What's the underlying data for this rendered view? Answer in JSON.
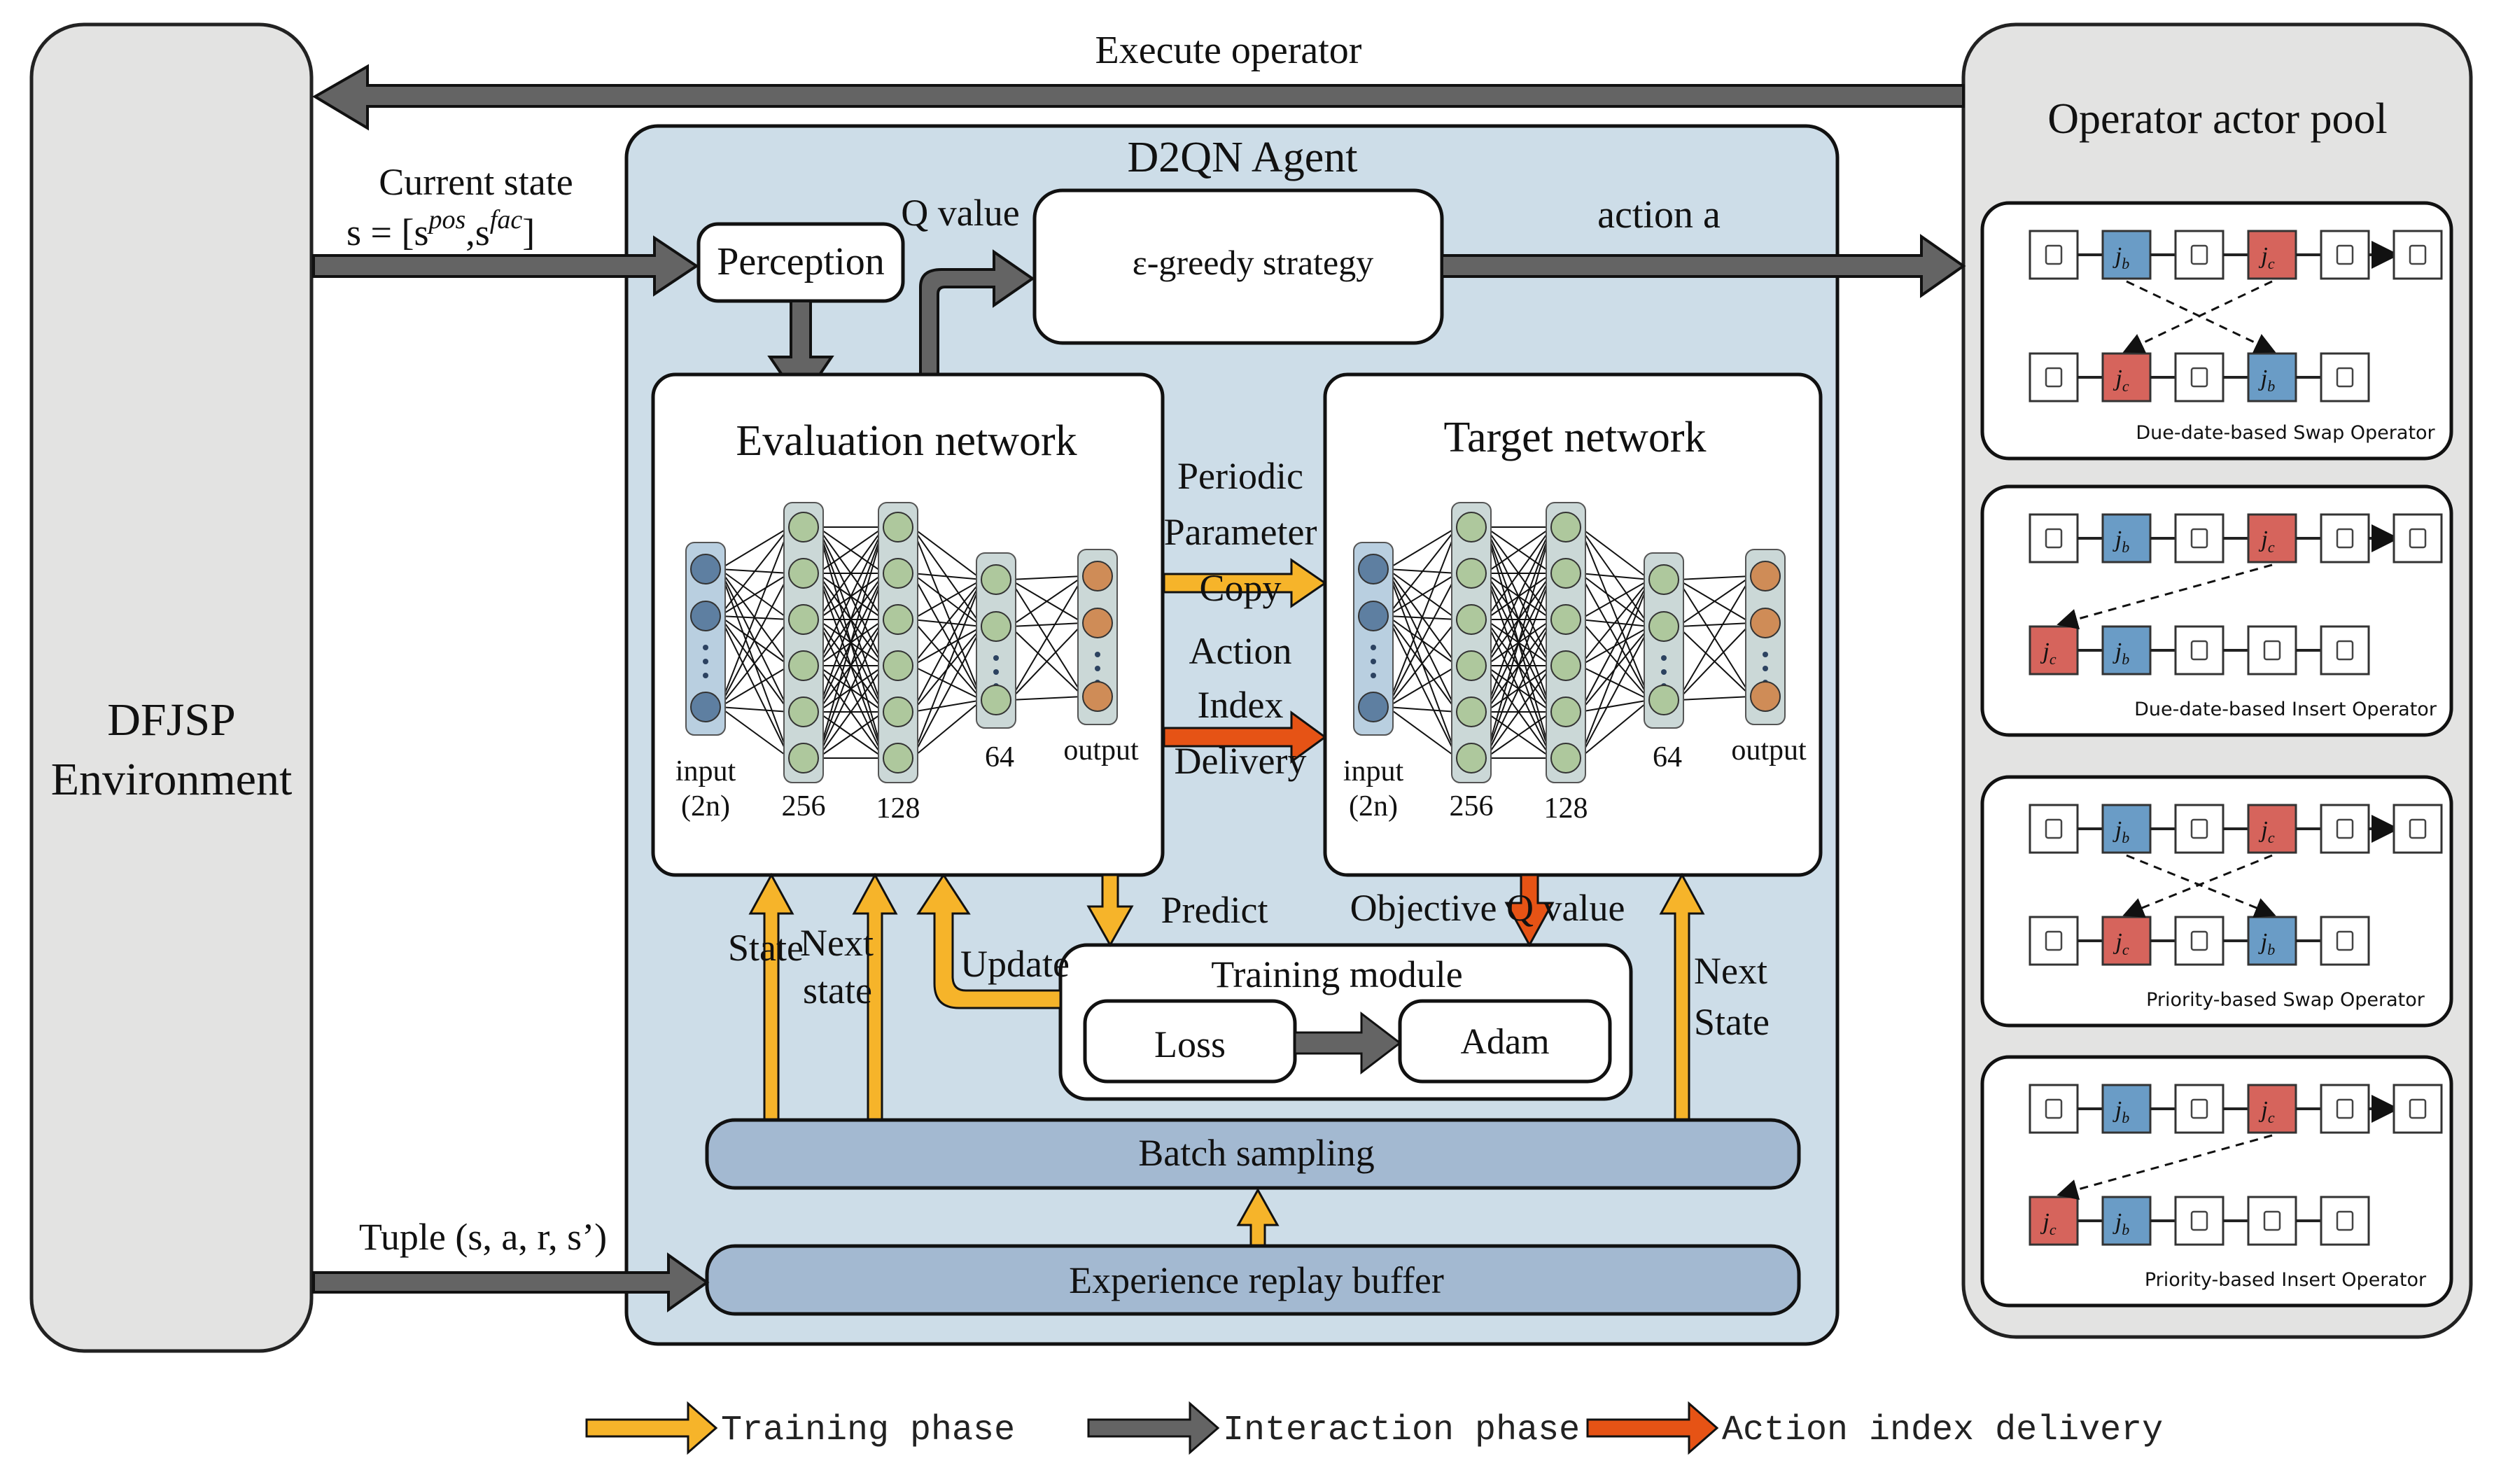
{
  "colors": {
    "env_fill": "#e3e3e2",
    "agent_fill": "#cddde8",
    "box_fill": "#ffffff",
    "buffer_fill": "#a3b9d1",
    "training_arrow": "#f6b42a",
    "interaction_arrow": "#646464",
    "action_arrow": "#e65315",
    "input_node": "#5e7fa1",
    "input_layer": "#b9cfe0",
    "hidden_node": "#aec89d",
    "hidden_layer": "#cbd8d7",
    "output_node": "#cf8c57",
    "op_blue": "#6a9cc6",
    "op_red": "#d6645c"
  },
  "environment": {
    "line1": "DFJSP",
    "line2": "Environment"
  },
  "top_arrow": {
    "label": "Execute operator"
  },
  "state_arrow": {
    "line1": "Current state",
    "line2_prefix": "s = [s",
    "sup1": "pos",
    "mid": ",s",
    "sup2": "fac",
    "suffix": "]"
  },
  "tuple_arrow": {
    "label": "Tuple (s, a, r, s’)"
  },
  "agent": {
    "title": "D2QN  Agent",
    "perception": "Perception",
    "q_value": "Q value",
    "greedy": "ε-greedy  strategy",
    "action": "action  a",
    "eval_title": "Evaluation network",
    "target_title": "Target network",
    "layer_labels": {
      "input": "input",
      "input_dim": "(2n)",
      "h1": "256",
      "h2": "128",
      "h3": "64",
      "output": "output"
    },
    "periodic": [
      "Periodic",
      "Parameter",
      "Copy"
    ],
    "action_index": [
      "Action",
      "Index",
      "Delivery"
    ],
    "predict": "Predict",
    "objective": "Objective Q value",
    "state": "State",
    "next_state_left": [
      "Next",
      "state"
    ],
    "update": "Update",
    "next_state_right": [
      "Next",
      "State"
    ],
    "training_module": "Training module",
    "loss": "Loss",
    "adam": "Adam",
    "batch": "Batch sampling",
    "buffer": "Experience replay buffer"
  },
  "operator_pool": {
    "title": "Operator actor pool",
    "operators": [
      {
        "name": "Due-date-based Swap Operator",
        "type": "swap",
        "top": [
          "",
          "jb",
          "",
          "jc",
          "",
          ""
        ],
        "bottom": [
          "",
          "jc",
          "",
          "jb",
          ""
        ]
      },
      {
        "name": "Due-date-based Insert Operator",
        "type": "insert",
        "top": [
          "",
          "jb",
          "",
          "jc",
          "",
          ""
        ],
        "bottom": [
          "jc",
          "jb",
          "",
          "",
          ""
        ]
      },
      {
        "name": "Priority-based Swap Operator",
        "type": "swap",
        "top": [
          "",
          "jb",
          "",
          "jc",
          "",
          ""
        ],
        "bottom": [
          "",
          "jc",
          "",
          "jb",
          ""
        ]
      },
      {
        "name": "Priority-based Insert Operator",
        "type": "insert",
        "top": [
          "",
          "jb",
          "",
          "jc",
          "",
          ""
        ],
        "bottom": [
          "jc",
          "jb",
          "",
          "",
          ""
        ]
      }
    ]
  },
  "legend": [
    {
      "label": "Training phase",
      "color_key": "training_arrow"
    },
    {
      "label": "Interaction phase",
      "color_key": "interaction_arrow"
    },
    {
      "label": "Action index delivery",
      "color_key": "action_arrow"
    }
  ]
}
